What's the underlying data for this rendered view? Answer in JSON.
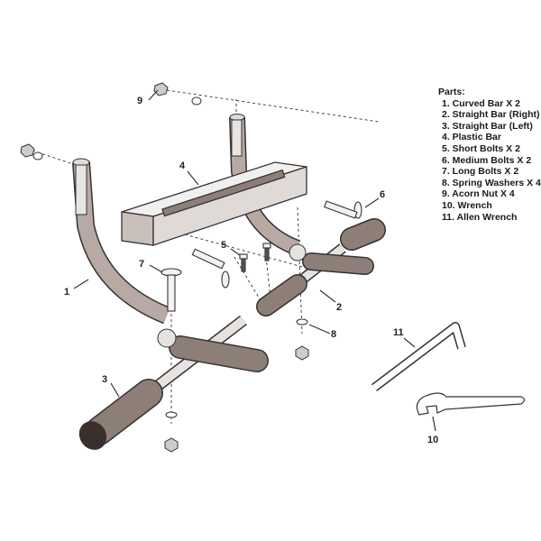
{
  "parts_list": {
    "title": "Parts:",
    "items": [
      "1. Curved Bar X 2",
      "2. Straight Bar (Right)",
      "3. Straight Bar (Left)",
      "4. Plastic Bar",
      "5. Short Bolts X 2",
      "6. Medium Bolts X 2",
      "7. Long Bolts X 2",
      "8. Spring Washers X 4",
      "9. Acorn Nut X 4",
      "10. Wrench",
      "11. Allen Wrench"
    ]
  },
  "callouts": {
    "c1": "1",
    "c2": "2",
    "c3": "3",
    "c4": "4",
    "c5": "5",
    "c6": "6",
    "c7": "7",
    "c8": "8",
    "c9": "9",
    "c10": "10",
    "c11": "11"
  },
  "colors": {
    "tube": "#b8a9a4",
    "foam": "#8e7e78",
    "outline": "#333333"
  }
}
